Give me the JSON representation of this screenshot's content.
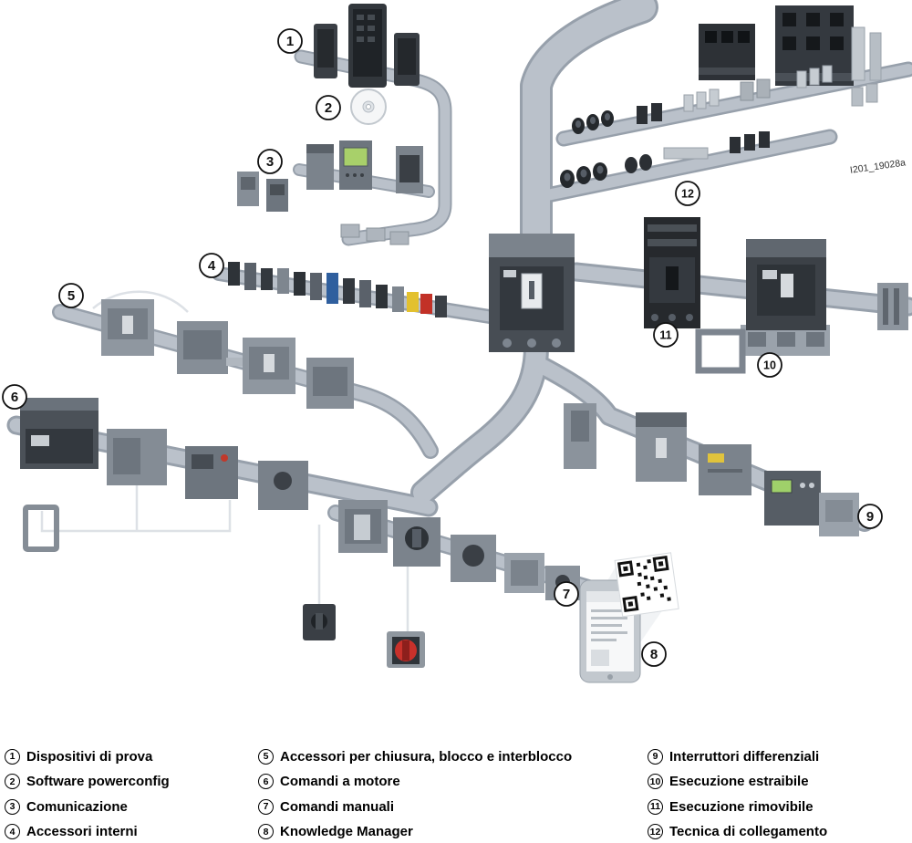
{
  "watermark": "I201_19028a",
  "callouts": [
    {
      "n": "1"
    },
    {
      "n": "2"
    },
    {
      "n": "3"
    },
    {
      "n": "4"
    },
    {
      "n": "5"
    },
    {
      "n": "6"
    },
    {
      "n": "7"
    },
    {
      "n": "8"
    },
    {
      "n": "9"
    },
    {
      "n": "10"
    },
    {
      "n": "11"
    },
    {
      "n": "12"
    }
  ],
  "legend": {
    "col1": [
      {
        "num": "1",
        "label": "Dispositivi di prova"
      },
      {
        "num": "2",
        "label": "Software powerconfig"
      },
      {
        "num": "3",
        "label": "Comunicazione"
      },
      {
        "num": "4",
        "label": "Accessori interni"
      }
    ],
    "col2": [
      {
        "num": "5",
        "label": "Accessori per chiusura, blocco e interblocco"
      },
      {
        "num": "6",
        "label": "Comandi a motore"
      },
      {
        "num": "7",
        "label": "Comandi manuali"
      },
      {
        "num": "8",
        "label": "Knowledge Manager"
      }
    ],
    "col3": [
      {
        "num": "9",
        "label": "Interruttori differenziali"
      },
      {
        "num": "10",
        "label": "Esecuzione estraibile"
      },
      {
        "num": "11",
        "label": "Esecuzione rimovibile"
      },
      {
        "num": "12",
        "label": "Tecnica di collegamento"
      }
    ]
  }
}
